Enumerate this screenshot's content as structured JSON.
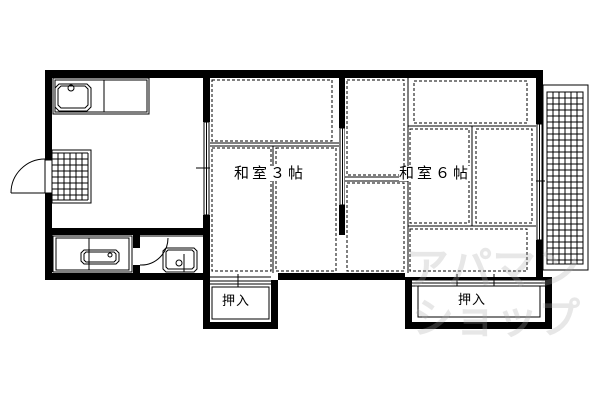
{
  "floor_plan": {
    "rooms": [
      {
        "id": "washitsu-3",
        "label": "和室３帖",
        "type": "tatami room",
        "size_jo": 3
      },
      {
        "id": "washitsu-6",
        "label": "和室６帖",
        "type": "tatami room",
        "size_jo": 6
      },
      {
        "id": "kitchen",
        "label": "",
        "type": "kitchen"
      },
      {
        "id": "bath",
        "label": "",
        "type": "bathroom"
      },
      {
        "id": "toilet",
        "label": "",
        "type": "toilet/washbasin"
      },
      {
        "id": "balcony",
        "label": "",
        "type": "balcony"
      }
    ],
    "closets": [
      {
        "id": "closet-1",
        "label": "押入"
      },
      {
        "id": "closet-2",
        "label": "押入"
      }
    ],
    "labels": {
      "room_3": "和室３帖",
      "room_6": "和室６帖",
      "closet_1": "押入",
      "closet_2": "押入"
    },
    "watermark": {
      "line1": "アパマン",
      "line2": "ショップ"
    },
    "colors": {
      "wall": "#000000",
      "background": "#ffffff",
      "watermark": "#aaaaaa"
    }
  }
}
